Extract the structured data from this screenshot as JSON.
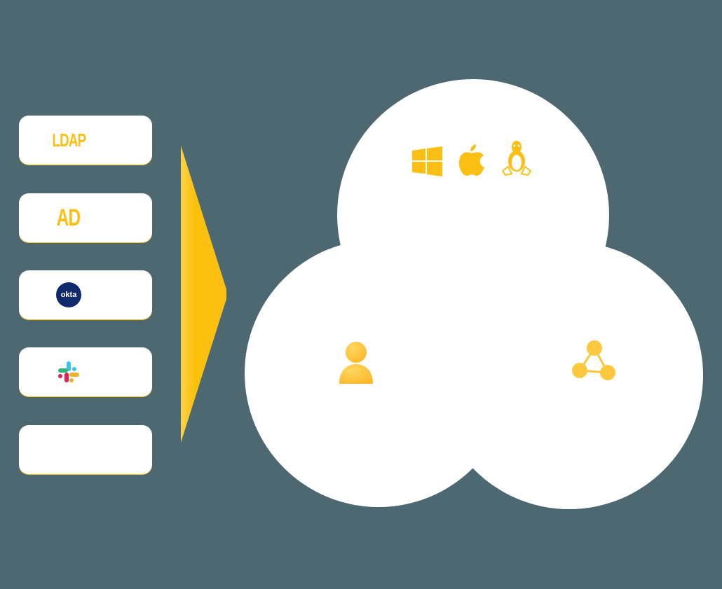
{
  "background_color": "#4d6870",
  "accent_color": "#fbbf14",
  "sources": [
    {
      "id": "ldap",
      "logo_text": "LDAP",
      "label": ""
    },
    {
      "id": "ad",
      "logo_text": "AD",
      "label": ""
    },
    {
      "id": "okta",
      "logo_text": "okta",
      "label": ""
    },
    {
      "id": "slack",
      "logo_text": "",
      "label": ""
    },
    {
      "id": "other",
      "logo_text": "",
      "label": ""
    }
  ],
  "arrow": {
    "direction": "right",
    "color": "#fbbf14"
  },
  "hub": {
    "top": {
      "icons": [
        "windows-icon",
        "apple-icon",
        "linux-icon"
      ],
      "label": ""
    },
    "left": {
      "icon": "user-icon",
      "label": ""
    },
    "right": {
      "icon": "network-icon",
      "label": ""
    }
  }
}
